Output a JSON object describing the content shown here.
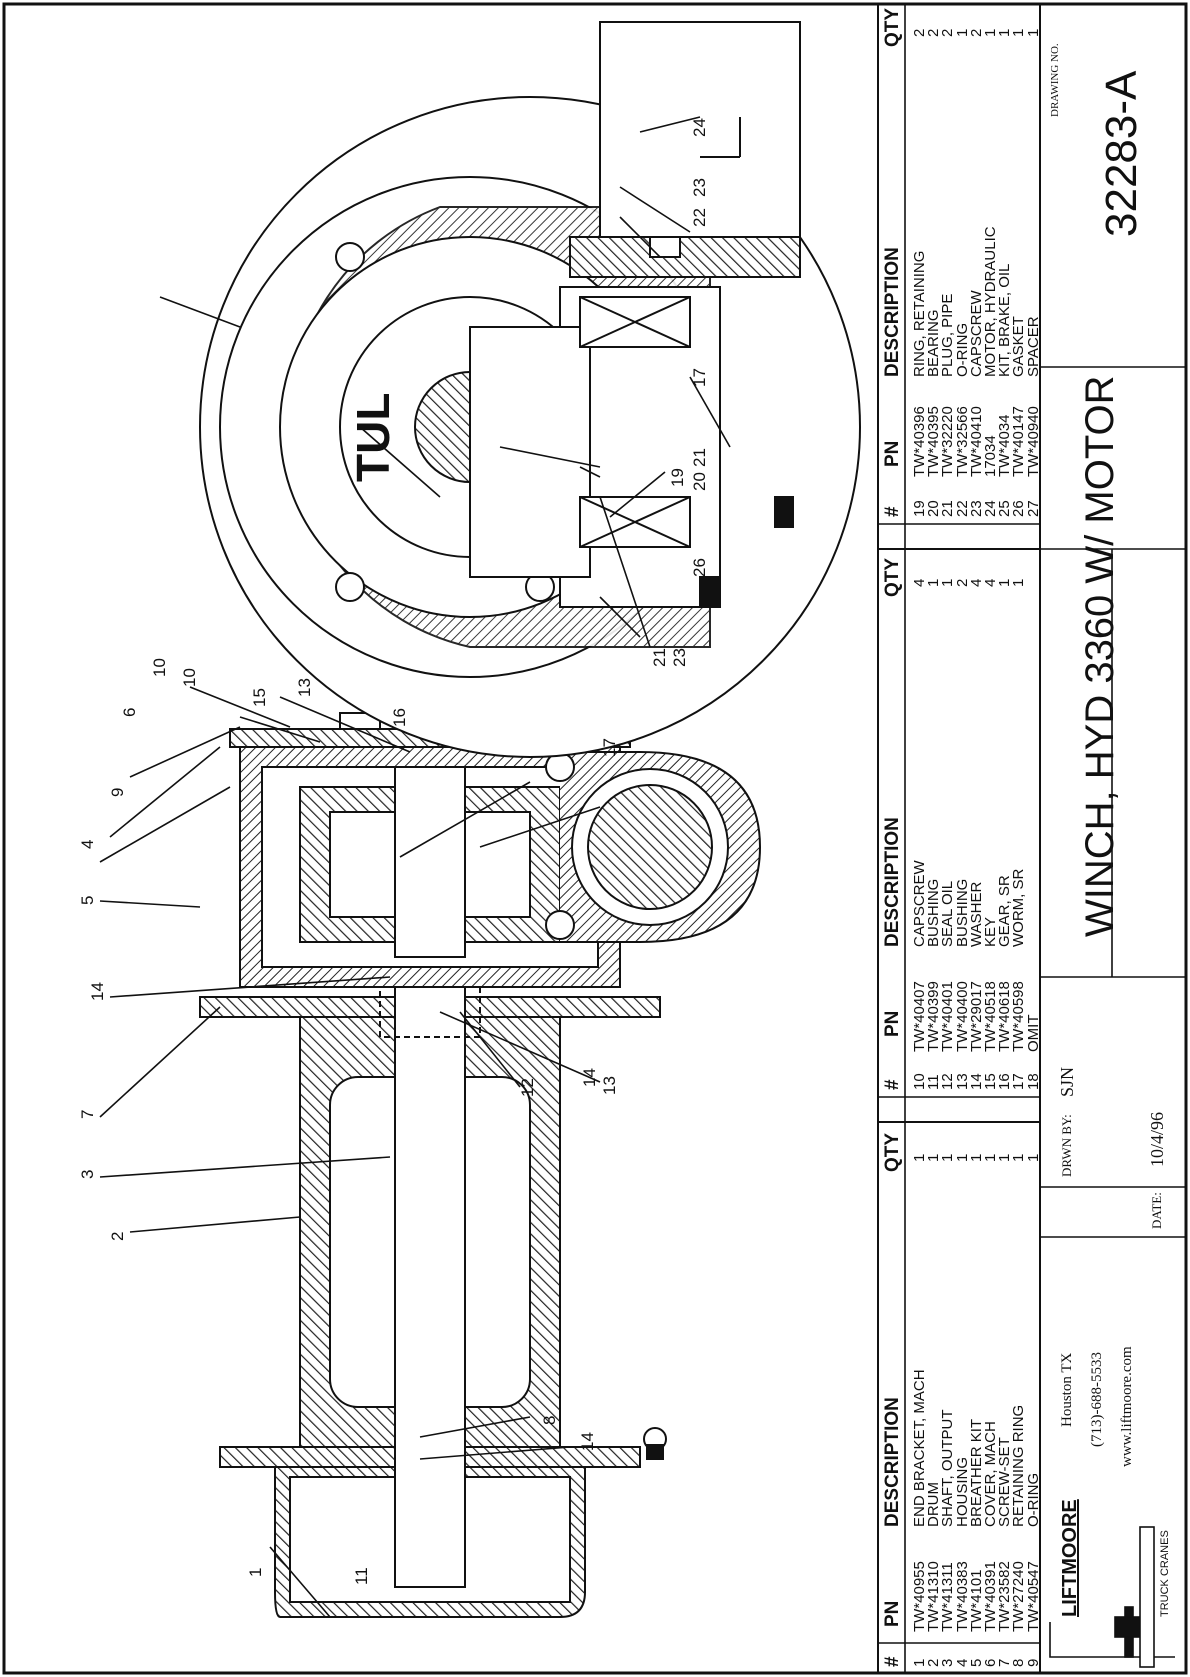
{
  "title_block": {
    "title": "WINCH, HYD 3360 W/ MOTOR",
    "drawn_by_label": "DRWN BY:",
    "drawn_by": "SJN",
    "date_label": "DATE:",
    "date": "10/4/96",
    "drawing_no_label": "DRAWING NO.",
    "drawing_no": "32283-A",
    "company": "LIFTMOORE",
    "company_tagline": "TRUCK CRANES",
    "city": "Houston TX",
    "phone": "(713)-688-5533",
    "website": "www.liftmoore.com"
  },
  "parts_table": {
    "headers": [
      "#",
      "PN",
      "DESCRIPTION",
      "QTY"
    ],
    "columns": [
      {
        "rows": [
          {
            "num": "1",
            "pn": "TW*40955",
            "desc": "END BRACKET, MACH",
            "qty": "1"
          },
          {
            "num": "2",
            "pn": "TW*41310",
            "desc": "DRUM",
            "qty": "1"
          },
          {
            "num": "3",
            "pn": "TW*41311",
            "desc": "SHAFT, OUTPUT",
            "qty": "1"
          },
          {
            "num": "4",
            "pn": "TW*40383",
            "desc": "HOUSING",
            "qty": "1"
          },
          {
            "num": "5",
            "pn": "TW*4101",
            "desc": "BREATHER KIT",
            "qty": "1"
          },
          {
            "num": "6",
            "pn": "TW*40391",
            "desc": "COVER, MACH",
            "qty": "1"
          },
          {
            "num": "7",
            "pn": "TW*23582",
            "desc": "SCREW-SET",
            "qty": "1"
          },
          {
            "num": "8",
            "pn": "TW*27240",
            "desc": "RETAINING RING",
            "qty": "1"
          },
          {
            "num": "9",
            "pn": "TW*40547",
            "desc": "O-RING",
            "qty": "1"
          }
        ]
      },
      {
        "rows": [
          {
            "num": "10",
            "pn": "TW*40407",
            "desc": "CAPSCREW",
            "qty": "4"
          },
          {
            "num": "11",
            "pn": "TW*40399",
            "desc": "BUSHING",
            "qty": "1"
          },
          {
            "num": "12",
            "pn": "TW*40401",
            "desc": "SEAL OIL",
            "qty": "1"
          },
          {
            "num": "13",
            "pn": "TW*40400",
            "desc": "BUSHING",
            "qty": "2"
          },
          {
            "num": "14",
            "pn": "TW*29017",
            "desc": "WASHER",
            "qty": "4"
          },
          {
            "num": "15",
            "pn": "TW*40518",
            "desc": "KEY",
            "qty": "4"
          },
          {
            "num": "16",
            "pn": "TW*40618",
            "desc": "GEAR, SR",
            "qty": "1"
          },
          {
            "num": "17",
            "pn": "TW*40598",
            "desc": "WORM, SR",
            "qty": "1"
          },
          {
            "num": "18",
            "pn": "OMIT",
            "desc": "",
            "qty": ""
          }
        ]
      },
      {
        "rows": [
          {
            "num": "19",
            "pn": "TW*40396",
            "desc": "RING, RETAINING",
            "qty": "2"
          },
          {
            "num": "20",
            "pn": "TW*40395",
            "desc": "BEARING",
            "qty": "2"
          },
          {
            "num": "21",
            "pn": "TW*32220",
            "desc": "PLUG, PIPE",
            "qty": "2"
          },
          {
            "num": "22",
            "pn": "TW*32566",
            "desc": "O-RING",
            "qty": "1"
          },
          {
            "num": "23",
            "pn": "TW*40410",
            "desc": "CAPSCREW",
            "qty": "2"
          },
          {
            "num": "24",
            "pn": "17034",
            "desc": "MOTOR, HYDRAULIC",
            "qty": "1"
          },
          {
            "num": "25",
            "pn": "TW*4034",
            "desc": "KIT, BRAKE, OIL",
            "qty": "1"
          },
          {
            "num": "26",
            "pn": "TW*40147",
            "desc": "GASKET",
            "qty": "1"
          },
          {
            "num": "27",
            "pn": "TW*40940",
            "desc": "SPACER",
            "qty": "1"
          }
        ]
      }
    ]
  },
  "callouts": [
    "1",
    "11",
    "8",
    "14",
    "2",
    "3",
    "7",
    "12",
    "13",
    "14",
    "5",
    "4",
    "9",
    "6",
    "15",
    "13",
    "10",
    "16",
    "17",
    "14",
    "10",
    "21",
    "19",
    "20",
    "21",
    "26",
    "23",
    "17",
    "22",
    "23",
    "24"
  ],
  "watermark": "TUL"
}
